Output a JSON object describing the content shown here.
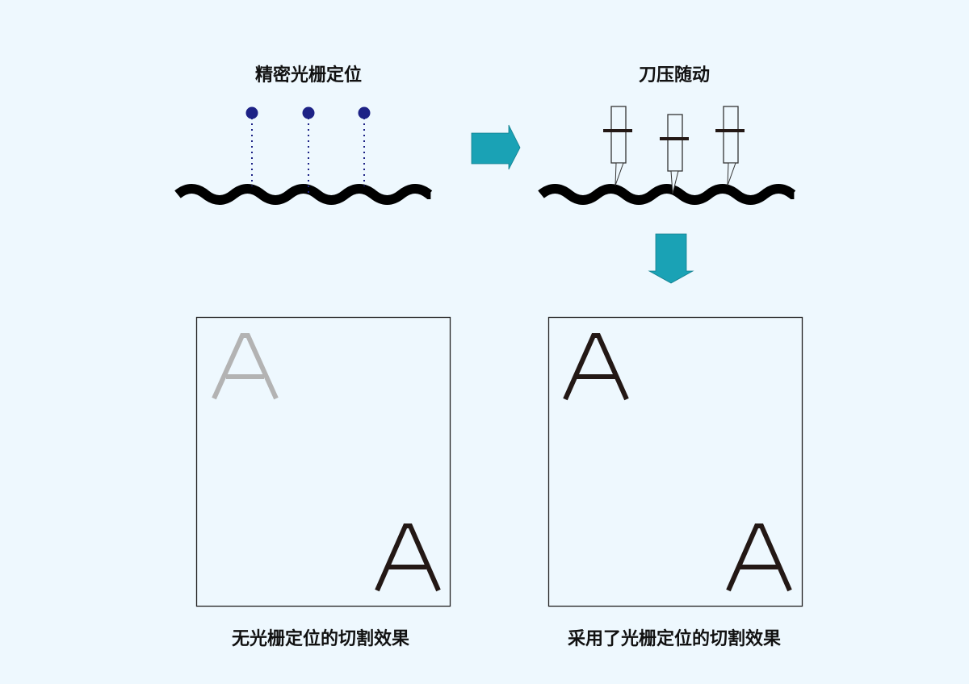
{
  "top_left": {
    "title": "精密光栅定位",
    "marker_count": 3,
    "marker_color": "#1d2286"
  },
  "top_right": {
    "title": "刀压随动",
    "knife_count": 3
  },
  "arrows": {
    "color": "#1aa2b5",
    "right_arrow_icon": "arrow-right-icon",
    "down_arrow_icon": "arrow-down-icon"
  },
  "panels": [
    {
      "caption": "无光栅定位的切割效果",
      "letters": [
        "A",
        "A"
      ],
      "top_letter_color": "#b3b3b3",
      "bottom_letter_color": "#231815"
    },
    {
      "caption": "采用了光栅定位的切割效果",
      "letters": [
        "A",
        "A"
      ],
      "top_letter_color": "#231815",
      "bottom_letter_color": "#231815"
    }
  ]
}
